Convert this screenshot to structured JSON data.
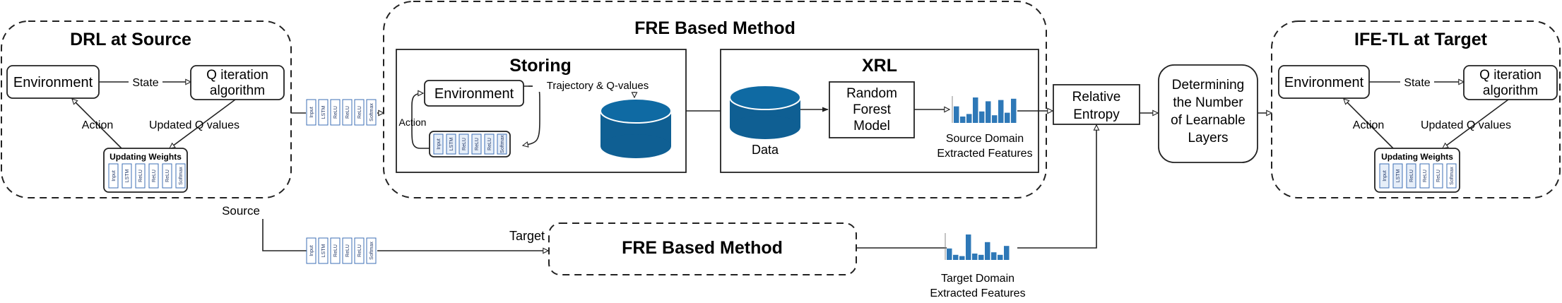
{
  "drl": {
    "title": "DRL at Source",
    "environment": "Environment",
    "state": "State",
    "algorithm_l1": "Q iteration",
    "algorithm_l2": "algorithm",
    "action": "Action",
    "updated": "Updated Q values",
    "weights_title": "Updating Weights",
    "source_label": "Source"
  },
  "fre_top": {
    "title": "FRE Based Method"
  },
  "storing": {
    "title": "Storing",
    "environment": "Environment",
    "trajectory": "Trajectory & Q-values",
    "action": "Action"
  },
  "xrl": {
    "title": "XRL",
    "data": "Data",
    "rf_l1": "Random",
    "rf_l2": "Forest",
    "rf_l3": "Model",
    "src_feat_l1": "Source Domain",
    "src_feat_l2": "Extracted Features"
  },
  "relative_entropy": {
    "l1": "Relative",
    "l2": "Entropy"
  },
  "determining": {
    "l1": "Determining",
    "l2": "the Number",
    "l3": "of Learnable",
    "l4": "Layers"
  },
  "ife": {
    "title": "IFE-TL at Target",
    "environment": "Environment",
    "state": "State",
    "algorithm_l1": "Q iteration",
    "algorithm_l2": "algorithm",
    "action": "Action",
    "updated": "Updated Q values",
    "weights_title": "Updating Weights"
  },
  "fre_bottom": {
    "title": "FRE Based Method",
    "target_label": "Target"
  },
  "target_feat": {
    "l1": "Target Domain",
    "l2": "Extracted Features"
  },
  "layers": [
    "Input",
    "LSTM",
    "ReLU",
    "ReLU",
    "ReLU",
    "Softmax"
  ],
  "source_hist": [
    0.65,
    0.25,
    0.35,
    1.0,
    0.45,
    0.85,
    0.3,
    0.9,
    0.4,
    0.95
  ],
  "target_hist": [
    0.45,
    0.2,
    0.15,
    1.0,
    0.25,
    0.2,
    0.7,
    0.3,
    0.2,
    0.55
  ],
  "colors": {
    "bars": "#2e78b7",
    "database": "#0f5f93",
    "layer_fill": "#e6eef8",
    "layer_stroke": "#3c6fb6"
  }
}
